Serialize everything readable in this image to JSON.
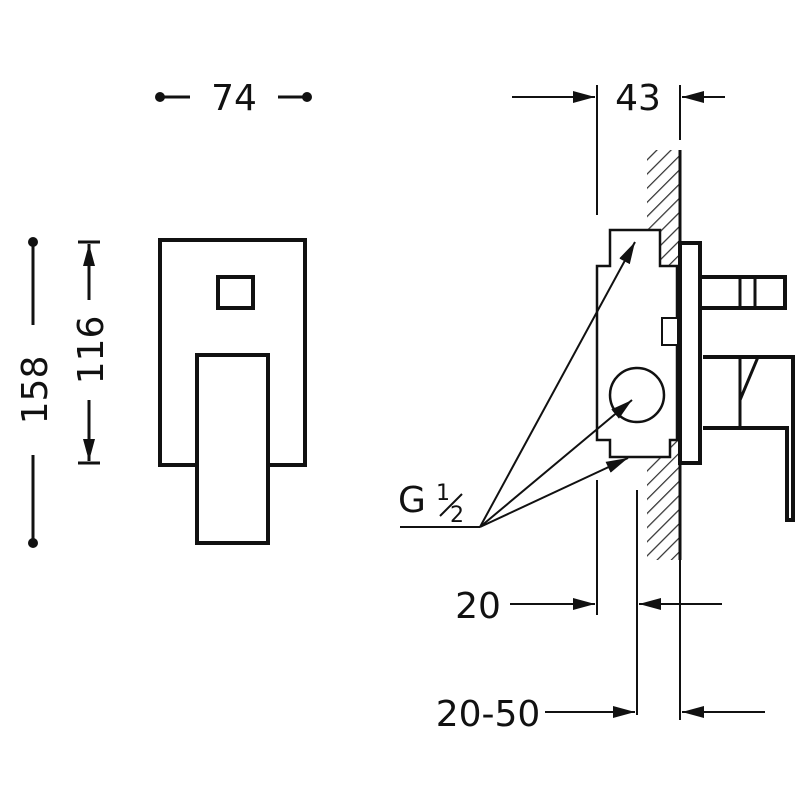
{
  "dimensions": {
    "width_front": "74",
    "height_total": "158",
    "height_plate": "116",
    "depth_projection": "43",
    "thread": "G",
    "thread_fraction_num": "1",
    "thread_fraction_den": "2",
    "min_depth": "20",
    "depth_range": "20-50"
  },
  "colors": {
    "line": "#111111",
    "background": "#ffffff"
  }
}
